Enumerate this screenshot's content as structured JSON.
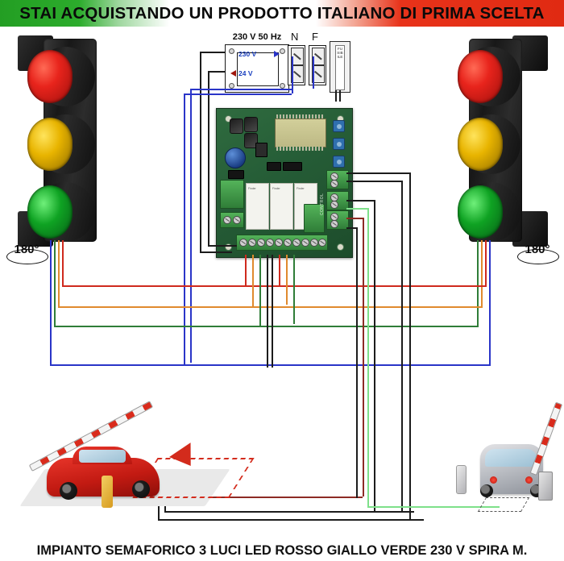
{
  "banner": {
    "text": "STAI ACQUISTANDO UN PRODOTTO ITALIANO DI PRIMA SCELTA",
    "colors": {
      "green": "#2cac2c",
      "white": "#ffffff",
      "red": "#e8331a",
      "text": "#0a0a0a"
    }
  },
  "caption": {
    "text": "IMPIANTO SEMAFORICO 3 LUCI LED ROSSO GIALLO VERDE 230 V SPIRA M."
  },
  "power": {
    "transformer_label": "230 V 50 Hz",
    "primary_label": "230 V",
    "secondary_label": "24 V",
    "terminal_neutral": "N",
    "terminal_phase": "F",
    "fuse_label": "FUSIBILE"
  },
  "traffic_lights": [
    {
      "id": "left",
      "rotation_label": "180°",
      "bracket_side": "left",
      "lamps": [
        {
          "name": "red",
          "color": "#e8241c"
        },
        {
          "name": "yellow",
          "color": "#e8b400"
        },
        {
          "name": "green",
          "color": "#0fa323"
        }
      ],
      "wire_colors": [
        "#2a35c8",
        "#2f7d38",
        "#e08a2e",
        "#cf2a1e"
      ]
    },
    {
      "id": "right",
      "rotation_label": "180°",
      "bracket_side": "right",
      "lamps": [
        {
          "name": "red",
          "color": "#e8241c"
        },
        {
          "name": "yellow",
          "color": "#e8b400"
        },
        {
          "name": "green",
          "color": "#0fa323"
        }
      ],
      "wire_colors": [
        "#2f7d38",
        "#e08a2e",
        "#cf2a1e",
        "#2a35c8"
      ]
    }
  ],
  "controller": {
    "name": "control-board",
    "lcd_present": true,
    "buttons_count": 3,
    "relays_count": 3,
    "relay_text": "Finder",
    "brand_text": "CONTROL",
    "terminal_blocks": [
      {
        "position": "left",
        "poles": 2
      },
      {
        "position": "bottom",
        "poles": 10
      },
      {
        "position": "right-1",
        "poles": 2
      },
      {
        "position": "right-2",
        "poles": 2
      },
      {
        "position": "right-3",
        "poles": 2
      },
      {
        "position": "center",
        "poles": 2
      }
    ]
  },
  "scene": {
    "left": {
      "vehicle": "red-car",
      "barrier": "raised-boom-barrier",
      "bollard_color": "#e8b23a",
      "loop_detector": "dashed-red-loop",
      "arrow": "red-arrow"
    },
    "right": {
      "vehicle": "grey-car-rear",
      "barrier": "raised-boom-barrier",
      "loop_detector": "dashed-loop"
    }
  },
  "wiring": {
    "colors": {
      "red": "#cf2a1e",
      "orange": "#e08a2e",
      "green": "#2f7d38",
      "light_green": "#7ee08a",
      "blue": "#2a35c8",
      "black": "#1c1c1c",
      "dark_red": "#8d2b24"
    }
  }
}
